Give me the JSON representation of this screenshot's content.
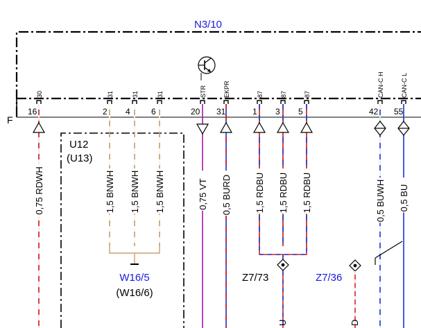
{
  "component": {
    "name": "N3/10"
  },
  "connector": {
    "name": "F"
  },
  "pins": [
    {
      "pin": "16",
      "signal": "30",
      "wire": "0,75 RDWH",
      "colors": [
        "#d22020",
        "#ffffff"
      ],
      "dir": "in"
    },
    {
      "pin": "2",
      "signal": "31",
      "wire": "1,5 BNWH",
      "colors": [
        "#c8a070",
        "#ffffff"
      ],
      "dir": "none"
    },
    {
      "pin": "4",
      "signal": "31",
      "wire": "1,5 BNWH",
      "colors": [
        "#c8a070",
        "#ffffff"
      ],
      "dir": "none"
    },
    {
      "pin": "6",
      "signal": "31",
      "wire": "1,5 BNWH",
      "colors": [
        "#c8a070",
        "#ffffff"
      ],
      "dir": "none"
    },
    {
      "pin": "20",
      "signal": "STR",
      "wire": "0,75 VT",
      "colors": [
        "#b020b0"
      ],
      "dir": "out"
    },
    {
      "pin": "31",
      "signal": "EKPR",
      "wire": "0,5 BURD",
      "colors": [
        "#2040d0",
        "#d22020"
      ],
      "dir": "in"
    },
    {
      "pin": "1",
      "signal": "87",
      "wire": "1,5 RDBU",
      "colors": [
        "#d22020",
        "#2040d0"
      ],
      "dir": "in"
    },
    {
      "pin": "3",
      "signal": "87",
      "wire": "1,5 RDBU",
      "colors": [
        "#d22020",
        "#2040d0"
      ],
      "dir": "in"
    },
    {
      "pin": "5",
      "signal": "87",
      "wire": "1,5 RDBU",
      "colors": [
        "#d22020",
        "#2040d0"
      ],
      "dir": "in"
    },
    {
      "pin": "42",
      "signal": "CAN-C H",
      "wire": "0,5 BUWH",
      "colors": [
        "#2040d0",
        "#ffffff"
      ],
      "dir": "bi"
    },
    {
      "pin": "55",
      "signal": "CAN-C L",
      "wire": "0,5 BU",
      "colors": [
        "#2040d0"
      ],
      "dir": "bi"
    }
  ],
  "boxes": {
    "u12": {
      "line1": "U12",
      "line2": "(U13)"
    }
  },
  "splices": {
    "w16": {
      "name": "W16/5",
      "alt": "(W16/6)"
    },
    "z773": {
      "name": "Z7/73"
    },
    "z736": {
      "name": "Z7/36"
    }
  },
  "bottom_labels": {
    "u": "U",
    "d": "D"
  }
}
